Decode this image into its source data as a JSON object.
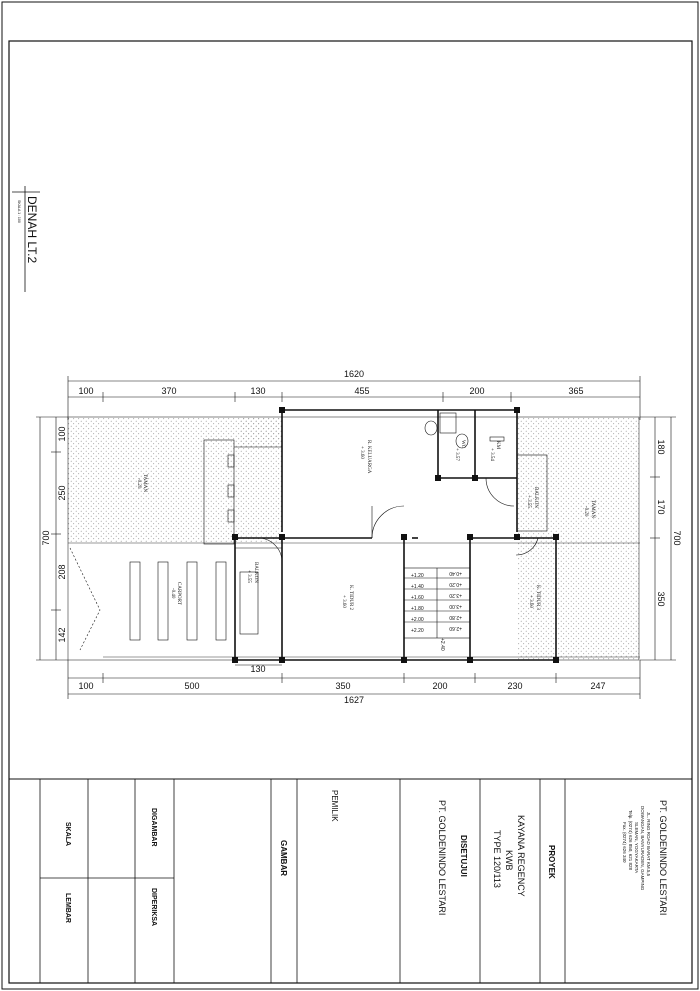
{
  "drawing": {
    "title": "DENAH LT.2",
    "scale_note": "SKALA 1 : 100"
  },
  "dimensions": {
    "top_total": "1620",
    "top_segments": [
      "100",
      "370",
      "130",
      "455",
      "200",
      "365"
    ],
    "bottom_total": "1627",
    "bottom_segments": [
      "100",
      "500",
      "350",
      "200",
      "230",
      "247"
    ],
    "bottom_inner": "130",
    "left_total": "700",
    "left_segments": [
      "100",
      "250",
      "208",
      "142"
    ],
    "right_total": "700",
    "right_segments": [
      "180",
      "170",
      "350"
    ]
  },
  "rooms": {
    "taman_left": {
      "name": "TAMAN",
      "level": "-0.20"
    },
    "taman_right": {
      "name": "TAMAN",
      "level": "-0.20"
    },
    "keluarga": {
      "name": "R. KELUARGA",
      "level": "+ 3.60"
    },
    "wc1": {
      "name": "WC",
      "level": "+ 3.57"
    },
    "wc2": {
      "name": "KM",
      "level": "+ 3.54"
    },
    "balkon_right": {
      "name": "BALKON",
      "level": "+ 3.55"
    },
    "balkon_left": {
      "name": "BALKON",
      "level": "+ 3.55"
    },
    "carport": {
      "name": "CARPORT",
      "level": "-0.40"
    },
    "tidur2": {
      "name": "K. TIDUR 2",
      "level": "+ 3.60"
    },
    "tidur3": {
      "name": "K. TIDUR 3",
      "level": "+ 3.60"
    }
  },
  "stairs": {
    "left_levels": [
      "+1.20",
      "+1.40",
      "+1.60",
      "+1.80",
      "+2.00",
      "+2.20"
    ],
    "right_levels": [
      "+0.40",
      "+0.20",
      "+3.20",
      "+3.00",
      "+2.80",
      "+2.60"
    ],
    "landing": "+2.40"
  },
  "title_block": {
    "company": "PT. GOLDENINDO LESTARI",
    "address": [
      "JL. RING ROAD BARAT KM.5,5",
      "DOWANGAN, BANYURADEN, GAMPING",
      "SLEMAN, YOGYAKARTA",
      "Telp. (0274) 626 850, 621 828",
      "Fax. (0274) 626 340"
    ],
    "proyek_label": "PROYEK",
    "proyek": [
      "KAYANA REGENCY",
      "KWB",
      "TYPE 120/113"
    ],
    "disetujui_label": "DISETUJUI",
    "disetujui": "PT. GOLDENINDO LESTARI",
    "pemilik_label": "PEMILIK",
    "gambar_label": "GAMBAR",
    "digambar_label": "DIGAMBAR",
    "diperiksa_label": "DIPERIKSA",
    "skala_label": "SKALA",
    "lembar_label": "LEMBAR"
  }
}
